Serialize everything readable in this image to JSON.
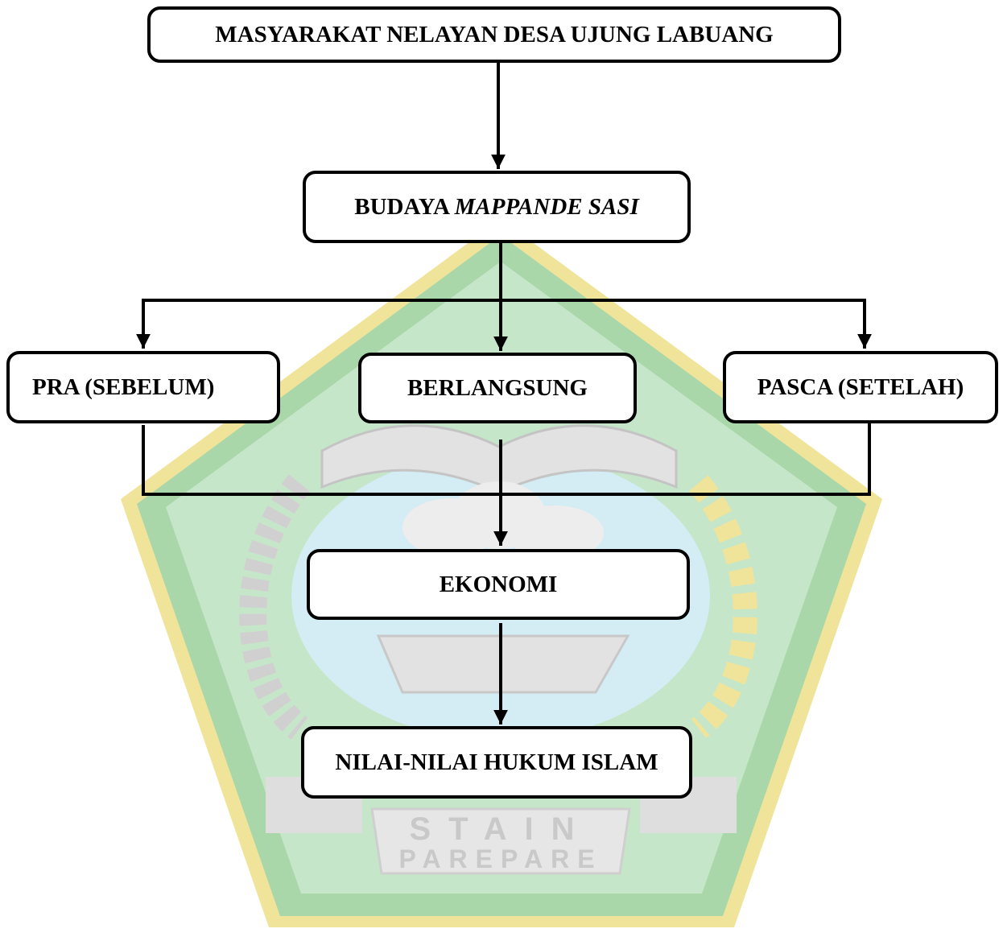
{
  "watermark": {
    "line1": "STAIN",
    "line2": "PAREPARE",
    "color_green": "#a9d7a9",
    "color_green_light": "#d1ecd4",
    "color_yellow": "#efe49a",
    "color_sky": "#d4ecf4",
    "color_grey": "#d0d0d0"
  },
  "nodes": {
    "top": "MASYARAKAT NELAYAN DESA UJUNG LABUANG",
    "budaya_prefix": "BUDAYA",
    "budaya_italic": "MAPPANDE SASI",
    "pra": "PRA (SEBELUM)",
    "berlangsung": "BERLANGSUNG",
    "pasca": "PASCA (SETELAH)",
    "ekonomi": "EKONOMI",
    "nilai": "NILAI-NILAI HUKUM ISLAM"
  }
}
